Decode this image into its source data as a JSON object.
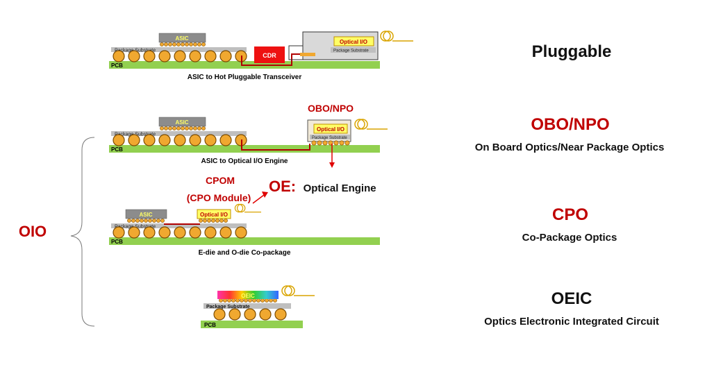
{
  "colors": {
    "accent_red": "#c00000",
    "pcb_green": "#92d050",
    "substrate_gray": "#bfbfbf",
    "chip_gray": "#8c8c8c",
    "ball_orange": "#f0a830",
    "optical_yellow": "#ffff66",
    "cdr_red": "#ee1111",
    "trace_red": "#b00000"
  },
  "rows": [
    {
      "diagram_caption": "ASIC to Hot Pluggable Transceiver",
      "title": "Pluggable",
      "subtitle": ""
    },
    {
      "diagram_caption": "ASIC to Optical I/O Engine",
      "title": "OBO/NPO",
      "subtitle": "On Board Optics/Near Package Optics",
      "callout": "OBO/NPO"
    },
    {
      "diagram_caption": "E-die and O-die Co-package",
      "title": "CPO",
      "subtitle": "Co-Package Optics",
      "callout_line1": "CPOM",
      "callout_line2": "(CPO Module)"
    },
    {
      "diagram_caption": "",
      "title": "OEIC",
      "subtitle": "Optics Electronic Integrated Circuit"
    }
  ],
  "labels": {
    "asic": "ASIC",
    "package_substrate": "Package Substrate",
    "pcb": "PCB",
    "cdr": "CDR",
    "optical_io": "Optical I/O",
    "oeic": "OEIC"
  },
  "oe_label": {
    "abbr": "OE:",
    "text": "Optical Engine"
  },
  "group_label": "OIO"
}
